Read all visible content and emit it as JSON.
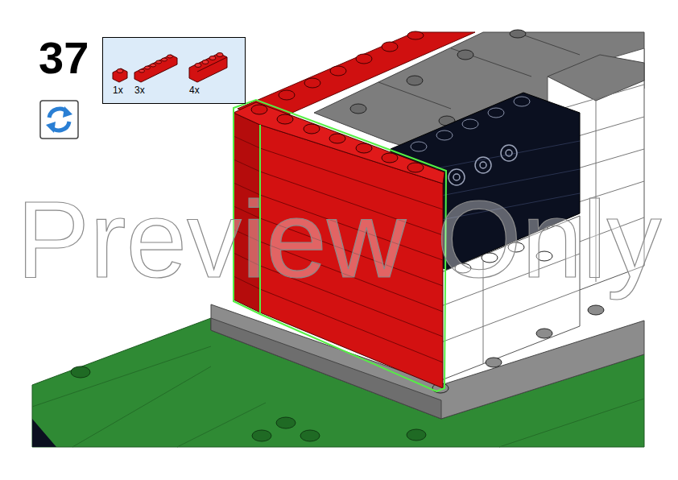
{
  "diagram": {
    "nodes": [
      {
        "text": [
          "1x",
          "3x",
          "4x"
        ]
      }
    ],
    "labels": [
      "37",
      "Preview Only"
    ]
  }
}
